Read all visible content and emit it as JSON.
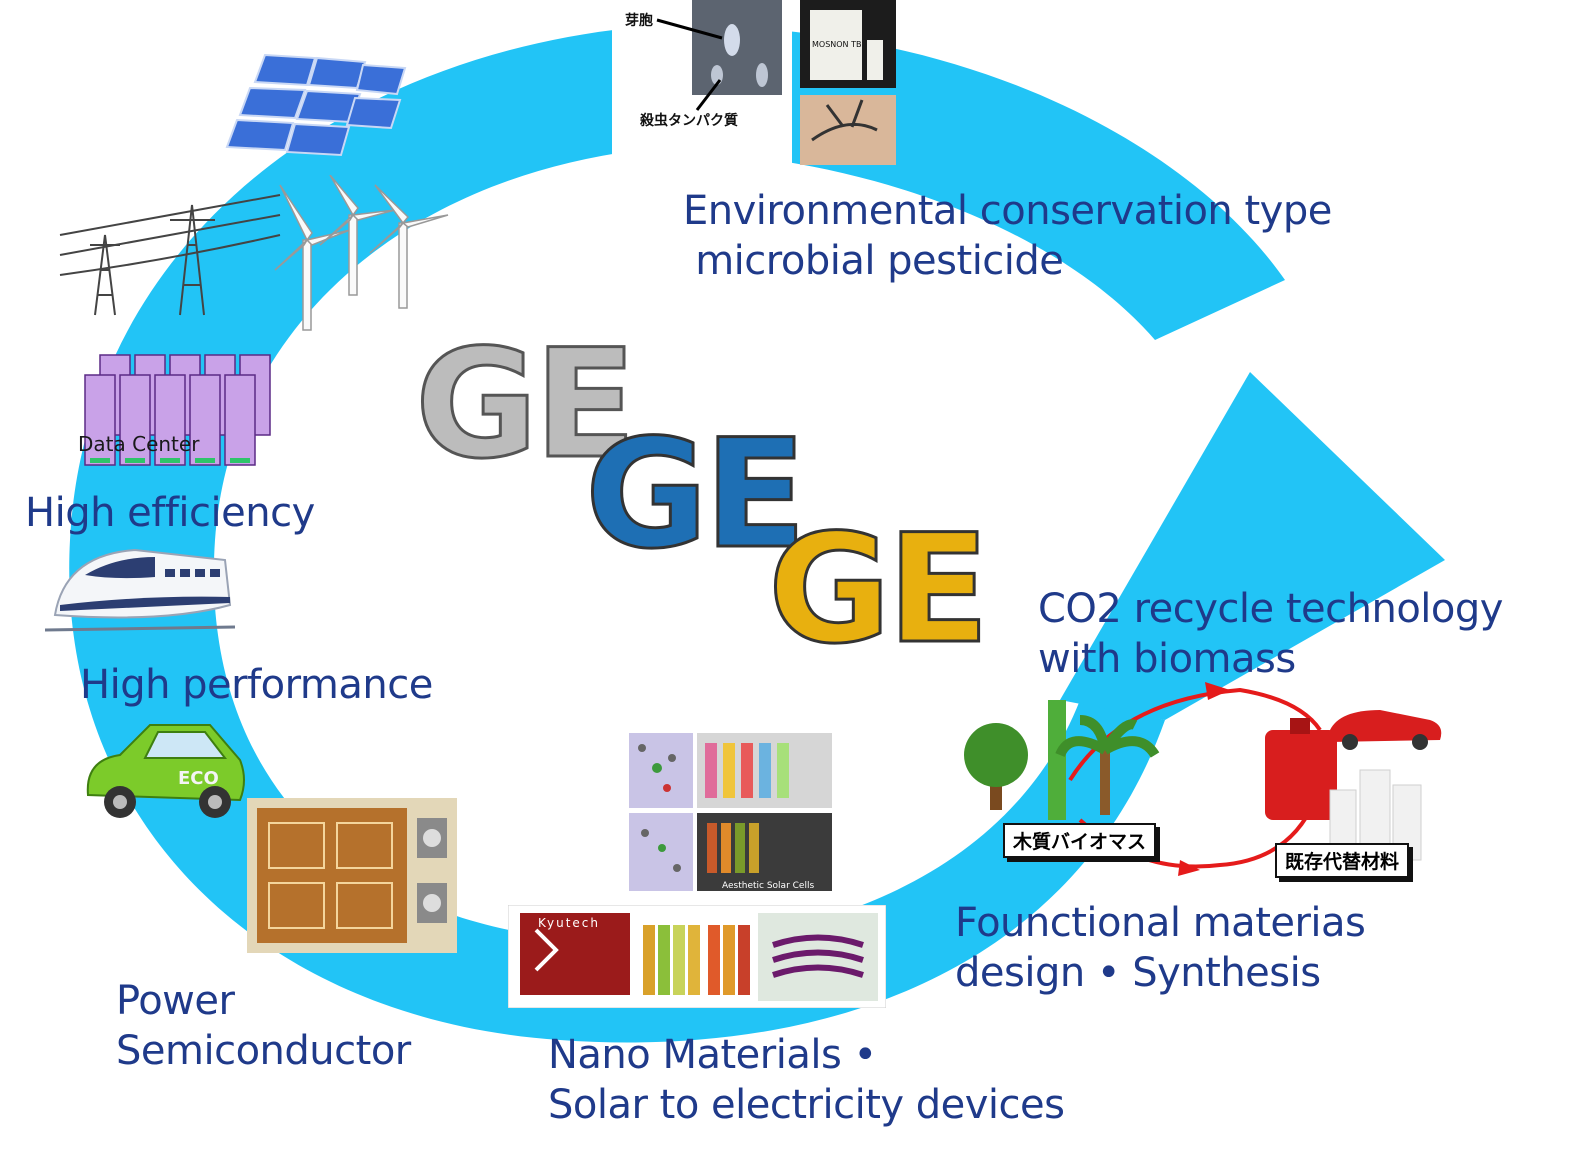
{
  "colors": {
    "cycle_arrow": "#22c4f6",
    "label_text": "#1f3a8a",
    "ge_gray": "#b8b8b8",
    "ge_blue": "#1e6fb4",
    "ge_gold": "#e8b00f",
    "recycle_arrow": "#e51b1b"
  },
  "logo": {
    "ge_top": "GE",
    "ge_mid": "GE",
    "ge_bottom": "GE"
  },
  "labels": {
    "pesticide_line1": "Environmental conservation type",
    "pesticide_line2": " microbial pesticide",
    "co2_line1": "CO2 recycle technology",
    "co2_line2": "with biomass",
    "functional_line1": "Founctional materias",
    "functional_line2": "design • Synthesis",
    "nano_line1": "Nano Materials •",
    "nano_line2": "Solar to electricity devices",
    "power_line1": "Power",
    "power_line2": "Semiconductor",
    "high_performance": "High performance",
    "high_efficiency": "High efficiency"
  },
  "annotations": {
    "spore_jp": "芽胞",
    "insecticidal_protein_jp": "殺虫タンパク質",
    "data_center": "Data Center",
    "wood_biomass_jp": "木質バイオマス",
    "existing_alt_material_jp": "既存代替材料",
    "product_label": "MOSNON TB",
    "eco_car_text": "ECO",
    "aesthetic_solar": "Aesthetic Solar Cells",
    "kyutech": "Kyutech"
  },
  "icons": [
    "microscope-bacteria-photo",
    "pesticide-bottle-photo",
    "mosquito-photo",
    "solar-panel-icon",
    "power-tower-icon",
    "wind-turbine-icon",
    "data-center-icon",
    "bullet-train-icon",
    "eco-car-icon",
    "power-module-photo",
    "molecule-photo",
    "solar-cells-photo",
    "tree-icon",
    "fuel-tank-icon",
    "sports-car-icon",
    "bottles-icon"
  ]
}
